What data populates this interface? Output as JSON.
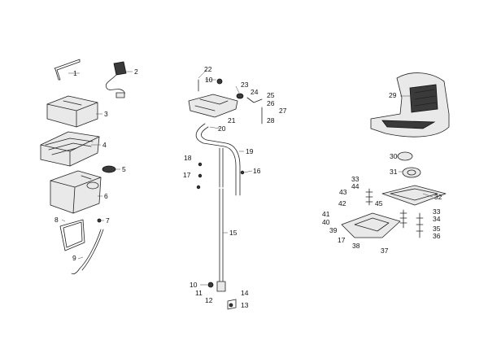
{
  "callouts": [
    {
      "id": "c1",
      "text": "1"
    },
    {
      "id": "c2",
      "text": "2"
    },
    {
      "id": "c3",
      "text": "3"
    },
    {
      "id": "c4",
      "text": "4"
    },
    {
      "id": "c5",
      "text": "5"
    },
    {
      "id": "c6",
      "text": "6"
    },
    {
      "id": "c7",
      "text": "7"
    },
    {
      "id": "c8",
      "text": "8"
    },
    {
      "id": "c9",
      "text": "9"
    },
    {
      "id": "c10a",
      "text": "10"
    },
    {
      "id": "c10b",
      "text": "10"
    },
    {
      "id": "c11",
      "text": "11"
    },
    {
      "id": "c12",
      "text": "12"
    },
    {
      "id": "c13",
      "text": "13"
    },
    {
      "id": "c14",
      "text": "14"
    },
    {
      "id": "c15",
      "text": "15"
    },
    {
      "id": "c16",
      "text": "16"
    },
    {
      "id": "c17a",
      "text": "17"
    },
    {
      "id": "c17b",
      "text": "17"
    },
    {
      "id": "c18",
      "text": "18"
    },
    {
      "id": "c19",
      "text": "19"
    },
    {
      "id": "c20",
      "text": "20"
    },
    {
      "id": "c21",
      "text": "21"
    },
    {
      "id": "c22",
      "text": "22"
    },
    {
      "id": "c23",
      "text": "23"
    },
    {
      "id": "c24",
      "text": "24"
    },
    {
      "id": "c25",
      "text": "25"
    },
    {
      "id": "c26",
      "text": "26"
    },
    {
      "id": "c27",
      "text": "27"
    },
    {
      "id": "c28",
      "text": "28"
    },
    {
      "id": "c29",
      "text": "29"
    },
    {
      "id": "c30",
      "text": "30"
    },
    {
      "id": "c31",
      "text": "31"
    },
    {
      "id": "c32",
      "text": "32"
    },
    {
      "id": "c33a",
      "text": "33"
    },
    {
      "id": "c33b",
      "text": "33"
    },
    {
      "id": "c34",
      "text": "34"
    },
    {
      "id": "c35",
      "text": "35"
    },
    {
      "id": "c36",
      "text": "36"
    },
    {
      "id": "c37",
      "text": "37"
    },
    {
      "id": "c38",
      "text": "38"
    },
    {
      "id": "c39",
      "text": "39"
    },
    {
      "id": "c40",
      "text": "40"
    },
    {
      "id": "c41",
      "text": "41"
    },
    {
      "id": "c42",
      "text": "42"
    },
    {
      "id": "c43",
      "text": "43"
    },
    {
      "id": "c44",
      "text": "44"
    },
    {
      "id": "c45",
      "text": "45"
    }
  ]
}
